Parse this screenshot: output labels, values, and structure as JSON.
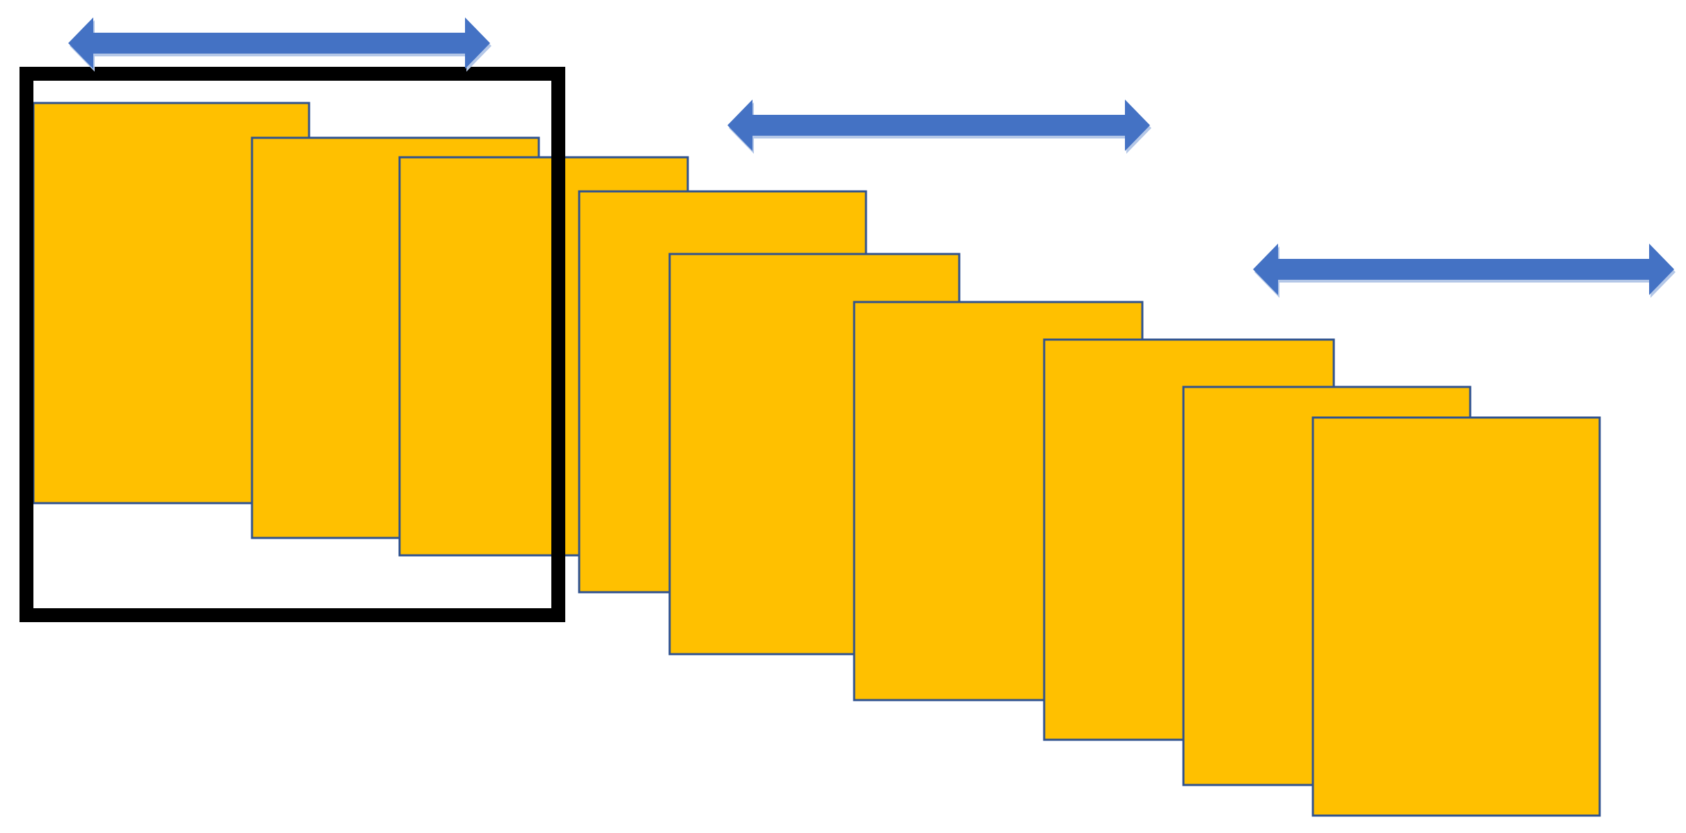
{
  "diagram": {
    "frame_count": 9,
    "window_count": 1,
    "arrow_count": 3
  },
  "colors": {
    "background": "#ffffff",
    "frame_fill": "#FFC000",
    "frame_stroke": "#2F528F",
    "window_stroke": "#000000",
    "arrow_fill": "#4472C4",
    "arrow_shadow": "#B4C7E7"
  },
  "icons": {
    "arrow": "double-headed-arrow-icon",
    "window": "window-box"
  }
}
